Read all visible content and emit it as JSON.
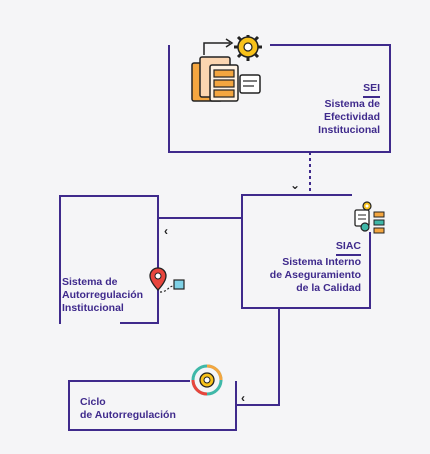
{
  "sei": {
    "acronym": "SEI",
    "line1": "Sistema de",
    "line2": "Efectividad",
    "line3": "Institucional"
  },
  "siac": {
    "acronym": "SIAC",
    "line1": "Sistema Interno",
    "line2": "de Aseguramiento",
    "line3": "de la Calidad"
  },
  "sai": {
    "line1": "Sistema de",
    "line2": "Autorregulación",
    "line3": "Institucional"
  },
  "ciclo": {
    "line1": "Ciclo",
    "line2": "de Autorregulación"
  },
  "colors": {
    "primary": "#3f2a8c",
    "accent_orange": "#f4a640",
    "gear_yellow": "#f8c21b"
  },
  "icons": {
    "sei": "server-gear-icon",
    "siac": "flowchart-gear-icon",
    "sai": "map-pin-route-icon",
    "ciclo": "cycle-gear-icon"
  }
}
